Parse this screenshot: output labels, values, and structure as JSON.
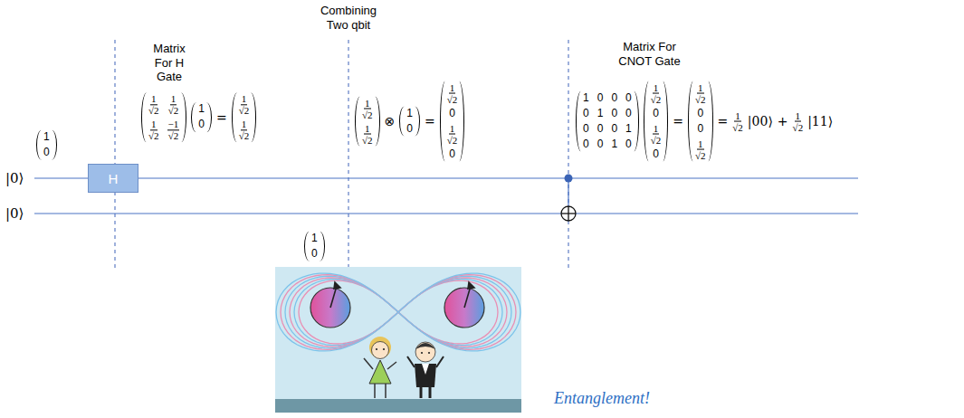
{
  "diagram": {
    "nodes": [
      {
        "text": [
          "H"
        ]
      }
    ],
    "labels": [
      "Matrix For H Gate",
      "Combining Two qbit",
      "Matrix For CNOT Gate",
      "|0⟩",
      "|0⟩",
      "1",
      "0",
      "1",
      "√2",
      "1",
      "√2",
      "1",
      "√2",
      "−1",
      "√2",
      "1",
      "0",
      "=",
      "1",
      "√2",
      "1",
      "√2",
      "1",
      "√2",
      "1",
      "√2",
      "⊗",
      "1",
      "0",
      "=",
      "1",
      "√2",
      "0",
      "1",
      "√2",
      "0",
      "1",
      "0",
      "1",
      "0",
      "0",
      "0",
      "0",
      "1",
      "0",
      "0",
      "0",
      "0",
      "0",
      "1",
      "0",
      "0",
      "1",
      "0",
      "1",
      "√2",
      "0",
      "1",
      "√2",
      "0",
      "=",
      "1",
      "√2",
      "0",
      "0",
      "1",
      "√2",
      "=",
      "1",
      "√2",
      "|00⟩",
      "+",
      "1",
      "√2",
      "|11⟩",
      "Entanglement!"
    ]
  }
}
